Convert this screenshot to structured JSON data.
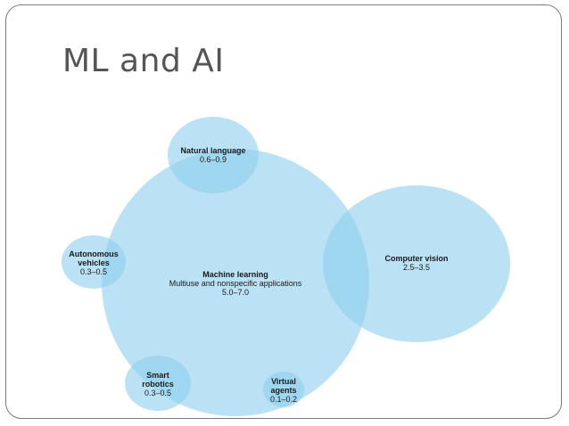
{
  "slide": {
    "title": "ML and AI"
  },
  "diagram": {
    "bubble_color": "#8fd0ee",
    "bubbles": [
      {
        "id": "machine-learning",
        "name": "Machine learning",
        "note": "Multiuse and nonspecific applications",
        "range": "5.0–7.0",
        "low": 5.0,
        "high": 7.0
      },
      {
        "id": "computer-vision",
        "name": "Computer vision",
        "range": "2.5–3.5",
        "low": 2.5,
        "high": 3.5
      },
      {
        "id": "natural-language",
        "name": "Natural language",
        "range": "0.6–0.9",
        "low": 0.6,
        "high": 0.9
      },
      {
        "id": "autonomous-vehicles",
        "name_lines": [
          "Autonomous",
          "vehicles"
        ],
        "range": "0.3–0.5",
        "low": 0.3,
        "high": 0.5
      },
      {
        "id": "smart-robotics",
        "name_lines": [
          "Smart",
          "robotics"
        ],
        "range": "0.3–0.5",
        "low": 0.3,
        "high": 0.5
      },
      {
        "id": "virtual-agents",
        "name_lines": [
          "Virtual",
          "agents"
        ],
        "range": "0.1–0.2",
        "low": 0.1,
        "high": 0.2
      }
    ]
  }
}
